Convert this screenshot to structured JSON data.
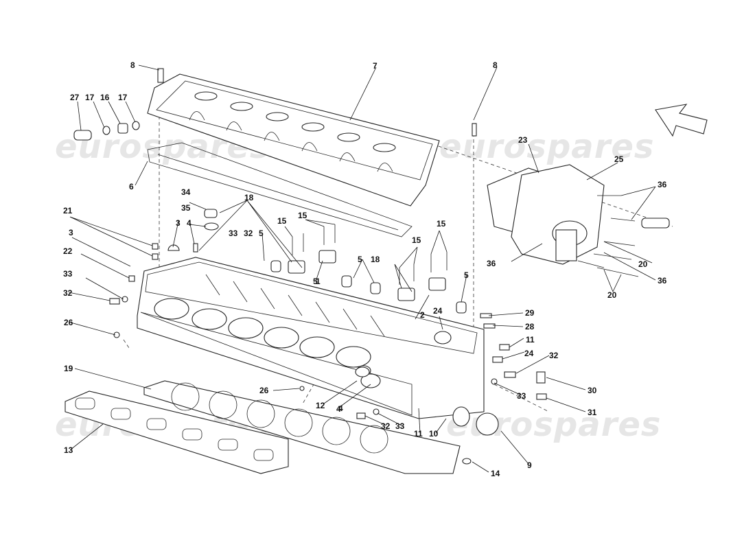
{
  "watermark": {
    "text": "eurospares",
    "color": "#e4e4e4"
  },
  "callouts": [
    "1",
    "2",
    "3",
    "3",
    "4",
    "4",
    "4",
    "5",
    "5",
    "5",
    "5",
    "6",
    "7",
    "8",
    "8",
    "9",
    "10",
    "11",
    "11",
    "12",
    "13",
    "14",
    "15",
    "15",
    "15",
    "15",
    "16",
    "17",
    "17",
    "18",
    "18",
    "19",
    "20",
    "20",
    "21",
    "22",
    "23",
    "24",
    "24",
    "25",
    "26",
    "26",
    "27",
    "28",
    "29",
    "30",
    "31",
    "32",
    "32",
    "32",
    "32",
    "33",
    "33",
    "33",
    "33",
    "34",
    "35",
    "36",
    "36",
    "36"
  ],
  "direction_arrow": "arrow-up-left-icon"
}
